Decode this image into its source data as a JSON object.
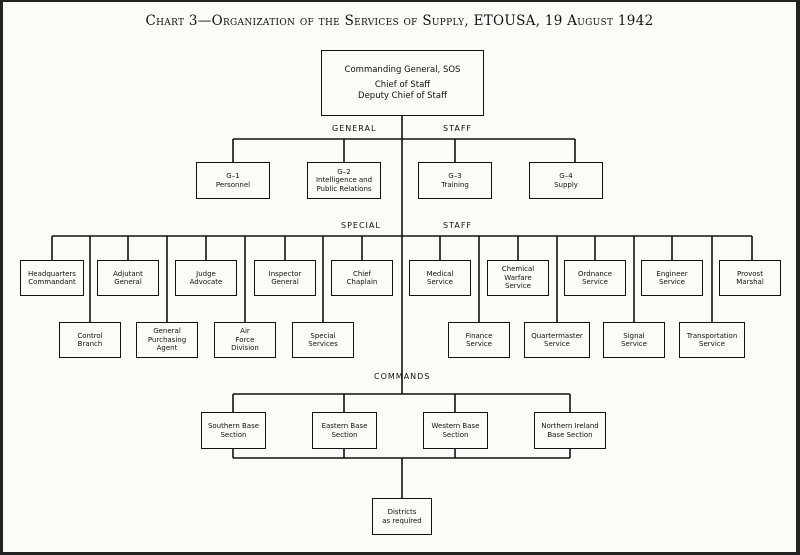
{
  "title": "Chart 3—Organization of the Services of Supply, ETOUSA, 19 August 1942",
  "top_box": {
    "line1": "Commanding General, SOS",
    "line2": "Chief of Staff\nDeputy Chief of Staff"
  },
  "section_labels": {
    "general": "GENERAL",
    "general_staff": "STAFF",
    "special": "SPECIAL",
    "special_staff": "STAFF",
    "commands": "COMMANDS"
  },
  "general_staff": [
    "G–1\nPersonnel",
    "G–2\nIntelligence and\nPublic Relations",
    "G–3\nTraining",
    "G–4\nSupply"
  ],
  "special_staff_upper": [
    "Headquarters\nCommandant",
    "Adjutant\nGeneral",
    "Judge\nAdvocate",
    "Inspector\nGeneral",
    "Chief\nChaplain",
    "Medical\nService",
    "Chemical\nWarfare\nService",
    "Ordnance\nService",
    "Engineer\nService",
    "Provost\nMarshal"
  ],
  "special_staff_lower": [
    "Control\nBranch",
    "General\nPurchasing\nAgent",
    "Air\nForce\nDivision",
    "Special\nServices",
    "Finance\nService",
    "Quartermaster\nService",
    "Signal\nService",
    "Transportation\nService"
  ],
  "commands": [
    "Southern Base\nSection",
    "Eastern Base\nSection",
    "Western Base\nSection",
    "Northern Ireland\nBase Section"
  ],
  "districts": "Districts\nas required"
}
